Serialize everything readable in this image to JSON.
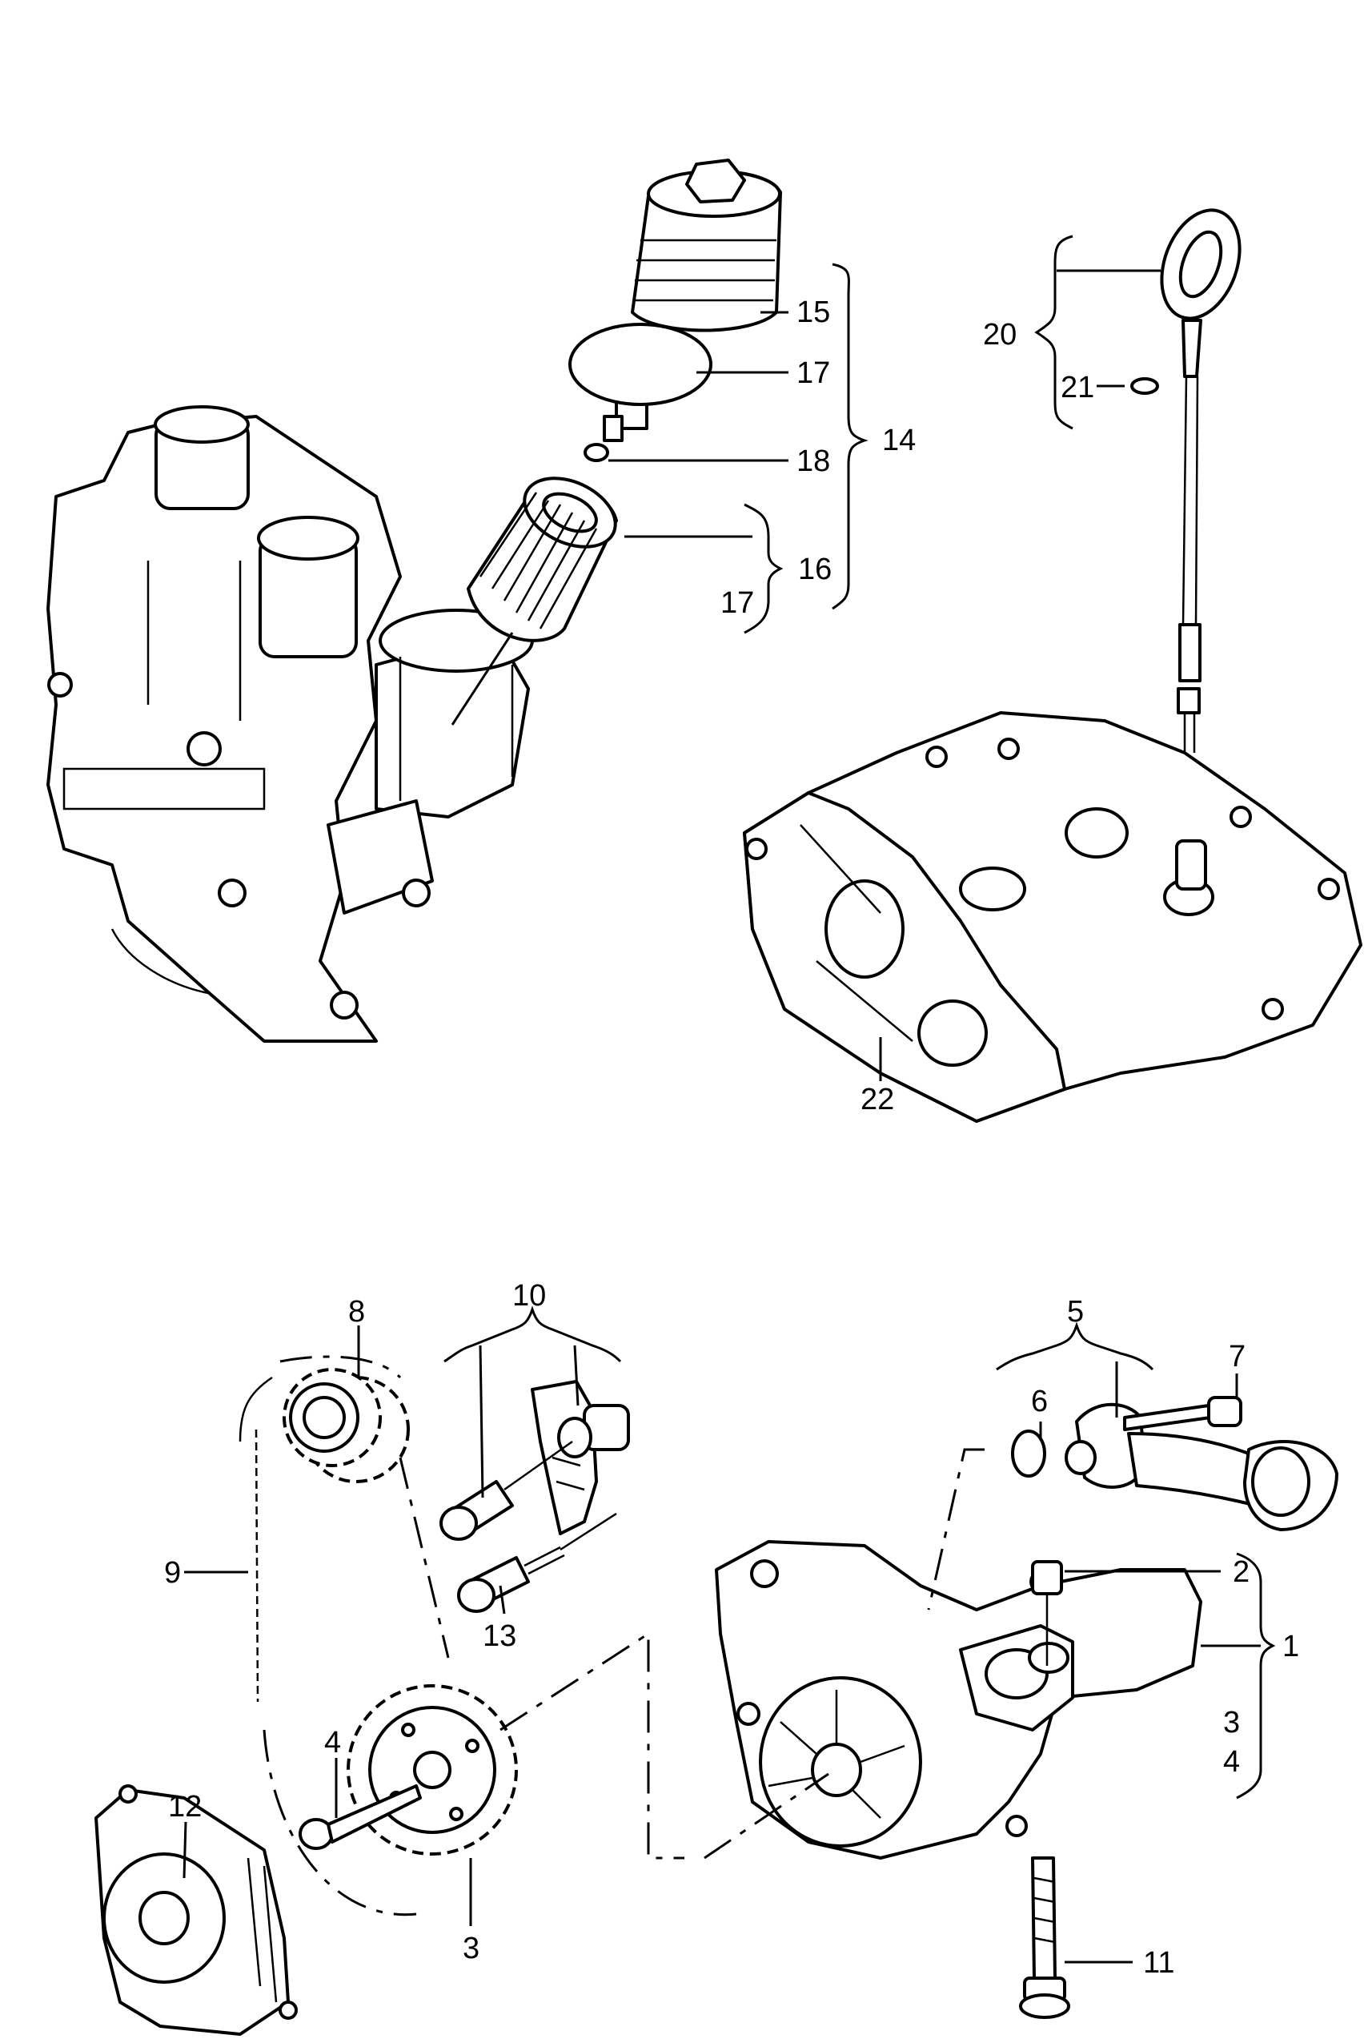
{
  "callouts": {
    "c1": "1",
    "c2": "2",
    "c3a": "3",
    "c3b": "3",
    "c4a": "4",
    "c4b": "4",
    "c5": "5",
    "c6": "6",
    "c7": "7",
    "c8": "8",
    "c9": "9",
    "c10": "10",
    "c11": "11",
    "c12": "12",
    "c13": "13",
    "c14": "14",
    "c15": "15",
    "c16": "16",
    "c17a": "17",
    "c17b": "17",
    "c18": "18",
    "c20": "20",
    "c21": "21",
    "c22": "22"
  }
}
